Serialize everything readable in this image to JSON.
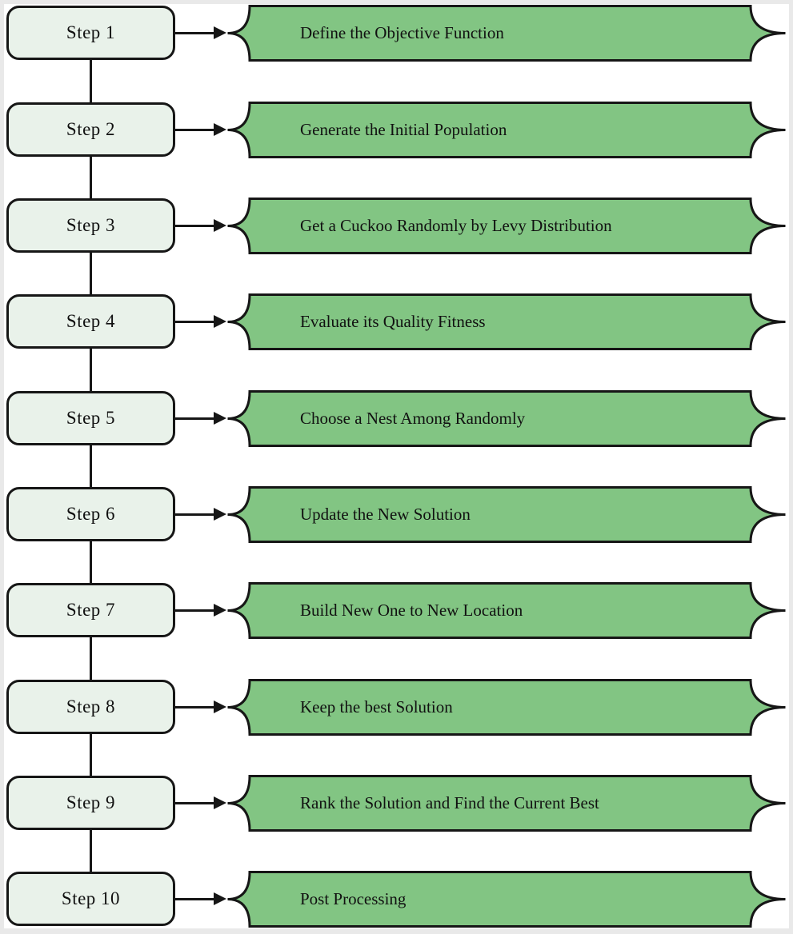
{
  "figure": {
    "type": "flowchart",
    "subject": "Cuckoo Search algorithm steps"
  },
  "colors": {
    "banner_fill": "#82c583",
    "banner_stroke": "#161616",
    "step_box_fill": "#e9f2ea",
    "step_box_stroke": "#161616",
    "connector": "#161616",
    "paper_background": "#ffffff",
    "frame_background": "#e9e9e9",
    "text": "#111111"
  },
  "steps": [
    {
      "label": "Step 1",
      "description": "Define the Objective Function"
    },
    {
      "label": "Step 2",
      "description": "Generate the Initial Population"
    },
    {
      "label": "Step 3",
      "description": "Get a Cuckoo Randomly by Levy Distribution"
    },
    {
      "label": "Step 4",
      "description": "Evaluate its Quality Fitness"
    },
    {
      "label": "Step 5",
      "description": "Choose a Nest Among Randomly"
    },
    {
      "label": "Step 6",
      "description": "Update the New Solution"
    },
    {
      "label": "Step 7",
      "description": "Build New One to New Location"
    },
    {
      "label": "Step 8",
      "description": "Keep the best Solution"
    },
    {
      "label": "Step 9",
      "description": "Rank the Solution and Find the Current Best"
    },
    {
      "label": "Step 10",
      "description": "Post Processing"
    }
  ]
}
